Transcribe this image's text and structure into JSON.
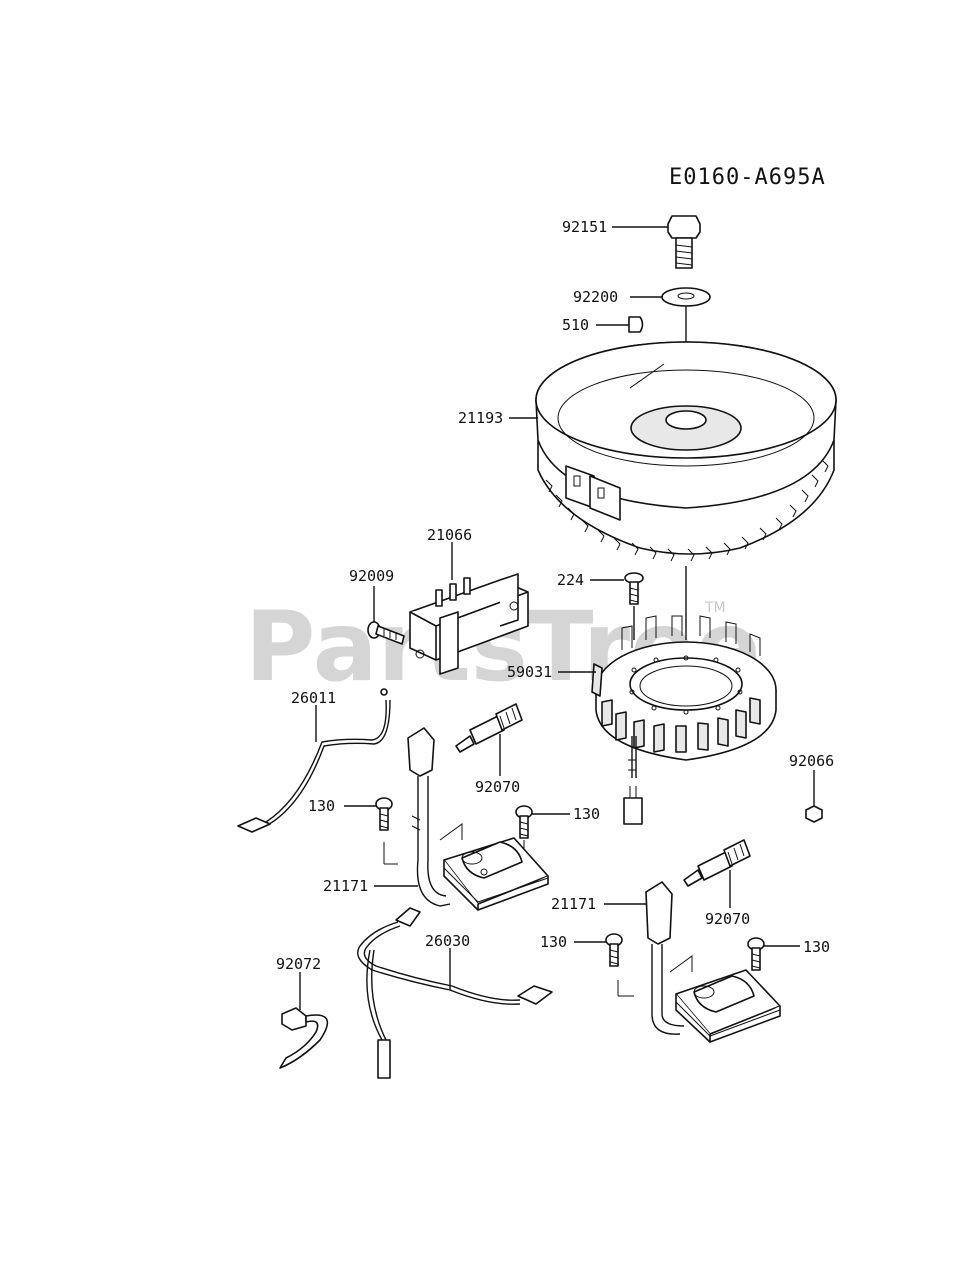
{
  "diagram": {
    "code": "E0160-A695A",
    "watermark": "PartsTree",
    "watermark_tm": "TM"
  },
  "parts": [
    {
      "id": "p92151",
      "number": "92151",
      "icon": "bolt-icon"
    },
    {
      "id": "p92200",
      "number": "92200",
      "icon": "washer-icon"
    },
    {
      "id": "p510",
      "number": "510",
      "icon": "key-icon"
    },
    {
      "id": "p21193",
      "number": "21193",
      "icon": "flywheel-icon"
    },
    {
      "id": "p21066",
      "number": "21066",
      "icon": "regulator-icon"
    },
    {
      "id": "p92009",
      "number": "92009",
      "icon": "screw-icon"
    },
    {
      "id": "p224",
      "number": "224",
      "icon": "screw-icon"
    },
    {
      "id": "p59031",
      "number": "59031",
      "icon": "stator-icon"
    },
    {
      "id": "p26011",
      "number": "26011",
      "icon": "lead-wire-icon"
    },
    {
      "id": "p92070a",
      "number": "92070",
      "icon": "spark-plug-icon"
    },
    {
      "id": "p92066",
      "number": "92066",
      "icon": "nut-icon"
    },
    {
      "id": "p130a",
      "number": "130",
      "icon": "bolt-icon"
    },
    {
      "id": "p130b",
      "number": "130",
      "icon": "bolt-icon"
    },
    {
      "id": "p21171a",
      "number": "21171",
      "icon": "ignition-coil-icon"
    },
    {
      "id": "p21171b",
      "number": "21171",
      "icon": "ignition-coil-icon"
    },
    {
      "id": "p92070b",
      "number": "92070",
      "icon": "spark-plug-icon"
    },
    {
      "id": "p130c",
      "number": "130",
      "icon": "bolt-icon"
    },
    {
      "id": "p130d",
      "number": "130",
      "icon": "bolt-icon"
    },
    {
      "id": "p26030",
      "number": "26030",
      "icon": "lead-wire-icon"
    },
    {
      "id": "p92072",
      "number": "92072",
      "icon": "band-clamp-icon"
    }
  ]
}
